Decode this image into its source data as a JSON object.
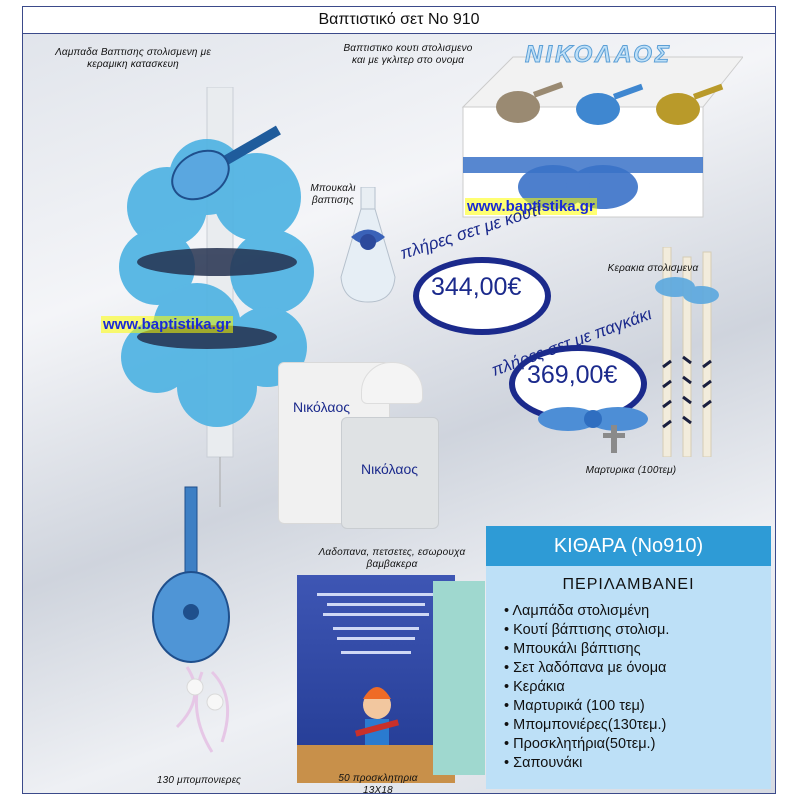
{
  "title": "Βαπτιστικό σετ Νο 910",
  "labels": {
    "lampada": "Λαμπαδα Βαπτισης στολισμενη με κεραμικη κατασκευη",
    "kouti": "Βαπτιστικο κουτι στολισμενο και με γκλιτερ στο ονομα",
    "box_name": "ΝΙΚΟΛΑΟΣ",
    "boukali": "Μπουκαλι βαπτισης",
    "keria": "Κερακια στολισμενα",
    "martyrika": "Μαρτυρικα (100τεμ)",
    "ladopana": "Λαδοπανα, πετσετες, εσωρουχα βαμβακερα",
    "prosklitiria": "50 προσκλητηρια 13Χ18",
    "bomboniere": "130 μπομπονιερες"
  },
  "urls": [
    "www.baptistika.gr",
    "www.baptistika.gr"
  ],
  "offers": [
    {
      "text": "πλήρες σετ με κουτί",
      "price": "344,00€"
    },
    {
      "text": "πλήρες σετ με παγκάκι",
      "price": "369,00€"
    }
  ],
  "towel_names": [
    "Νικόλαος",
    "Νικόλαος"
  ],
  "info": {
    "header": "ΚΙΘΑΡΑ (Νο910)",
    "heading": "ΠΕΡΙΛΑΜΒΑΝΕΙ",
    "items": [
      "Λαμπάδα στολισμένη",
      "Κουτί βάπτισης στολισμ.",
      "Μπουκάλι βάπτισης",
      "Σετ λαδόπανα με όνομα",
      "Κεράκια",
      "Μαρτυρικά (100 τεμ)",
      "Μπομπονιέρες(130τεμ.)",
      "Προσκλητήρια(50τεμ.)",
      "Σαπουνάκι"
    ]
  },
  "colors": {
    "accent_blue": "#2e9bd6",
    "navy": "#1b2a8c",
    "panel": "#bde0f7",
    "tulle": "#4fb3e3"
  }
}
